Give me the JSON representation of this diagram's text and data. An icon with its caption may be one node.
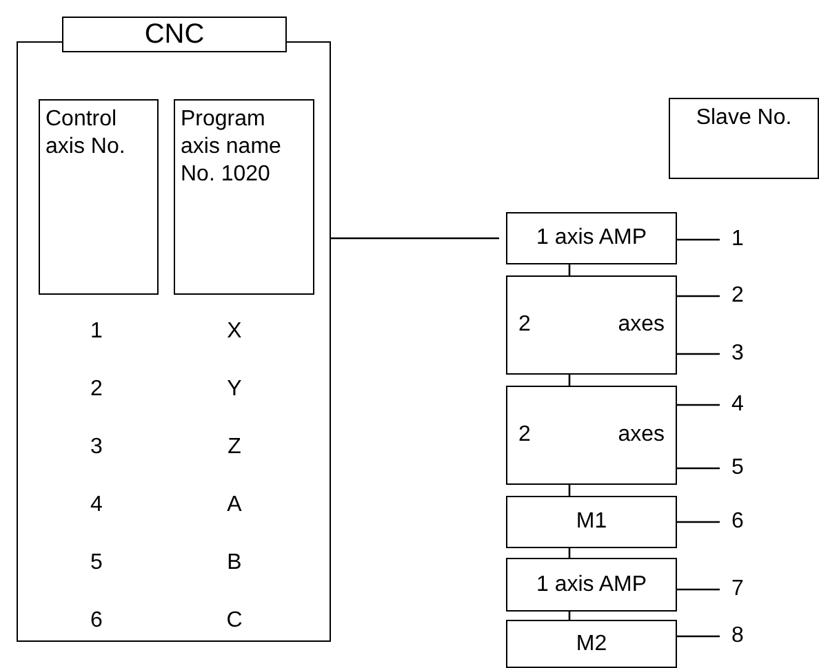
{
  "diagram": {
    "nodes": [
      {
        "text": [
          "CNC"
        ]
      },
      {
        "text": [
          "Control axis No."
        ],
        "in": 0
      },
      {
        "text": [
          "Program axis name No. 1020"
        ],
        "in": 0
      },
      {
        "text": [
          "Slave No."
        ]
      },
      {
        "text": [
          "1 axis AMP"
        ]
      },
      {
        "text": [
          "2",
          "axes"
        ]
      },
      {
        "text": [
          "2",
          "axes"
        ]
      },
      {
        "text": [
          "M1"
        ]
      },
      {
        "text": [
          "1 axis AMP"
        ]
      },
      {
        "text": [
          "M2"
        ]
      },
      {
        "text": [
          "1"
        ]
      },
      {
        "text": [
          "2"
        ]
      },
      {
        "text": [
          "3"
        ]
      },
      {
        "text": [
          "4"
        ]
      },
      {
        "text": [
          "5"
        ]
      },
      {
        "text": [
          "6"
        ]
      },
      {
        "text": [
          "7"
        ]
      },
      {
        "text": [
          "8"
        ]
      }
    ],
    "edges": [
      {
        "from": 0,
        "to": 4,
        "arrow": "none"
      },
      {
        "from": 4,
        "to": 5,
        "arrow": "none"
      },
      {
        "from": 5,
        "to": 6,
        "arrow": "none"
      },
      {
        "from": 6,
        "to": 7,
        "arrow": "none"
      },
      {
        "from": 7,
        "to": 8,
        "arrow": "none"
      },
      {
        "from": 8,
        "to": 9,
        "arrow": "none"
      },
      {
        "from": 4,
        "to": 10,
        "arrow": "none"
      },
      {
        "from": 5,
        "to": 11,
        "arrow": "none"
      },
      {
        "from": 5,
        "to": 12,
        "arrow": "none"
      },
      {
        "from": 6,
        "to": 13,
        "arrow": "none"
      },
      {
        "from": 6,
        "to": 14,
        "arrow": "none"
      },
      {
        "from": 7,
        "to": 15,
        "arrow": "none"
      },
      {
        "from": 8,
        "to": 16,
        "arrow": "none"
      },
      {
        "from": 9,
        "to": 17,
        "arrow": "none"
      }
    ],
    "labels": [
      "1",
      "X",
      "2",
      "Y",
      "3",
      "Z",
      "4",
      "A",
      "5",
      "B",
      "6",
      "C"
    ]
  }
}
